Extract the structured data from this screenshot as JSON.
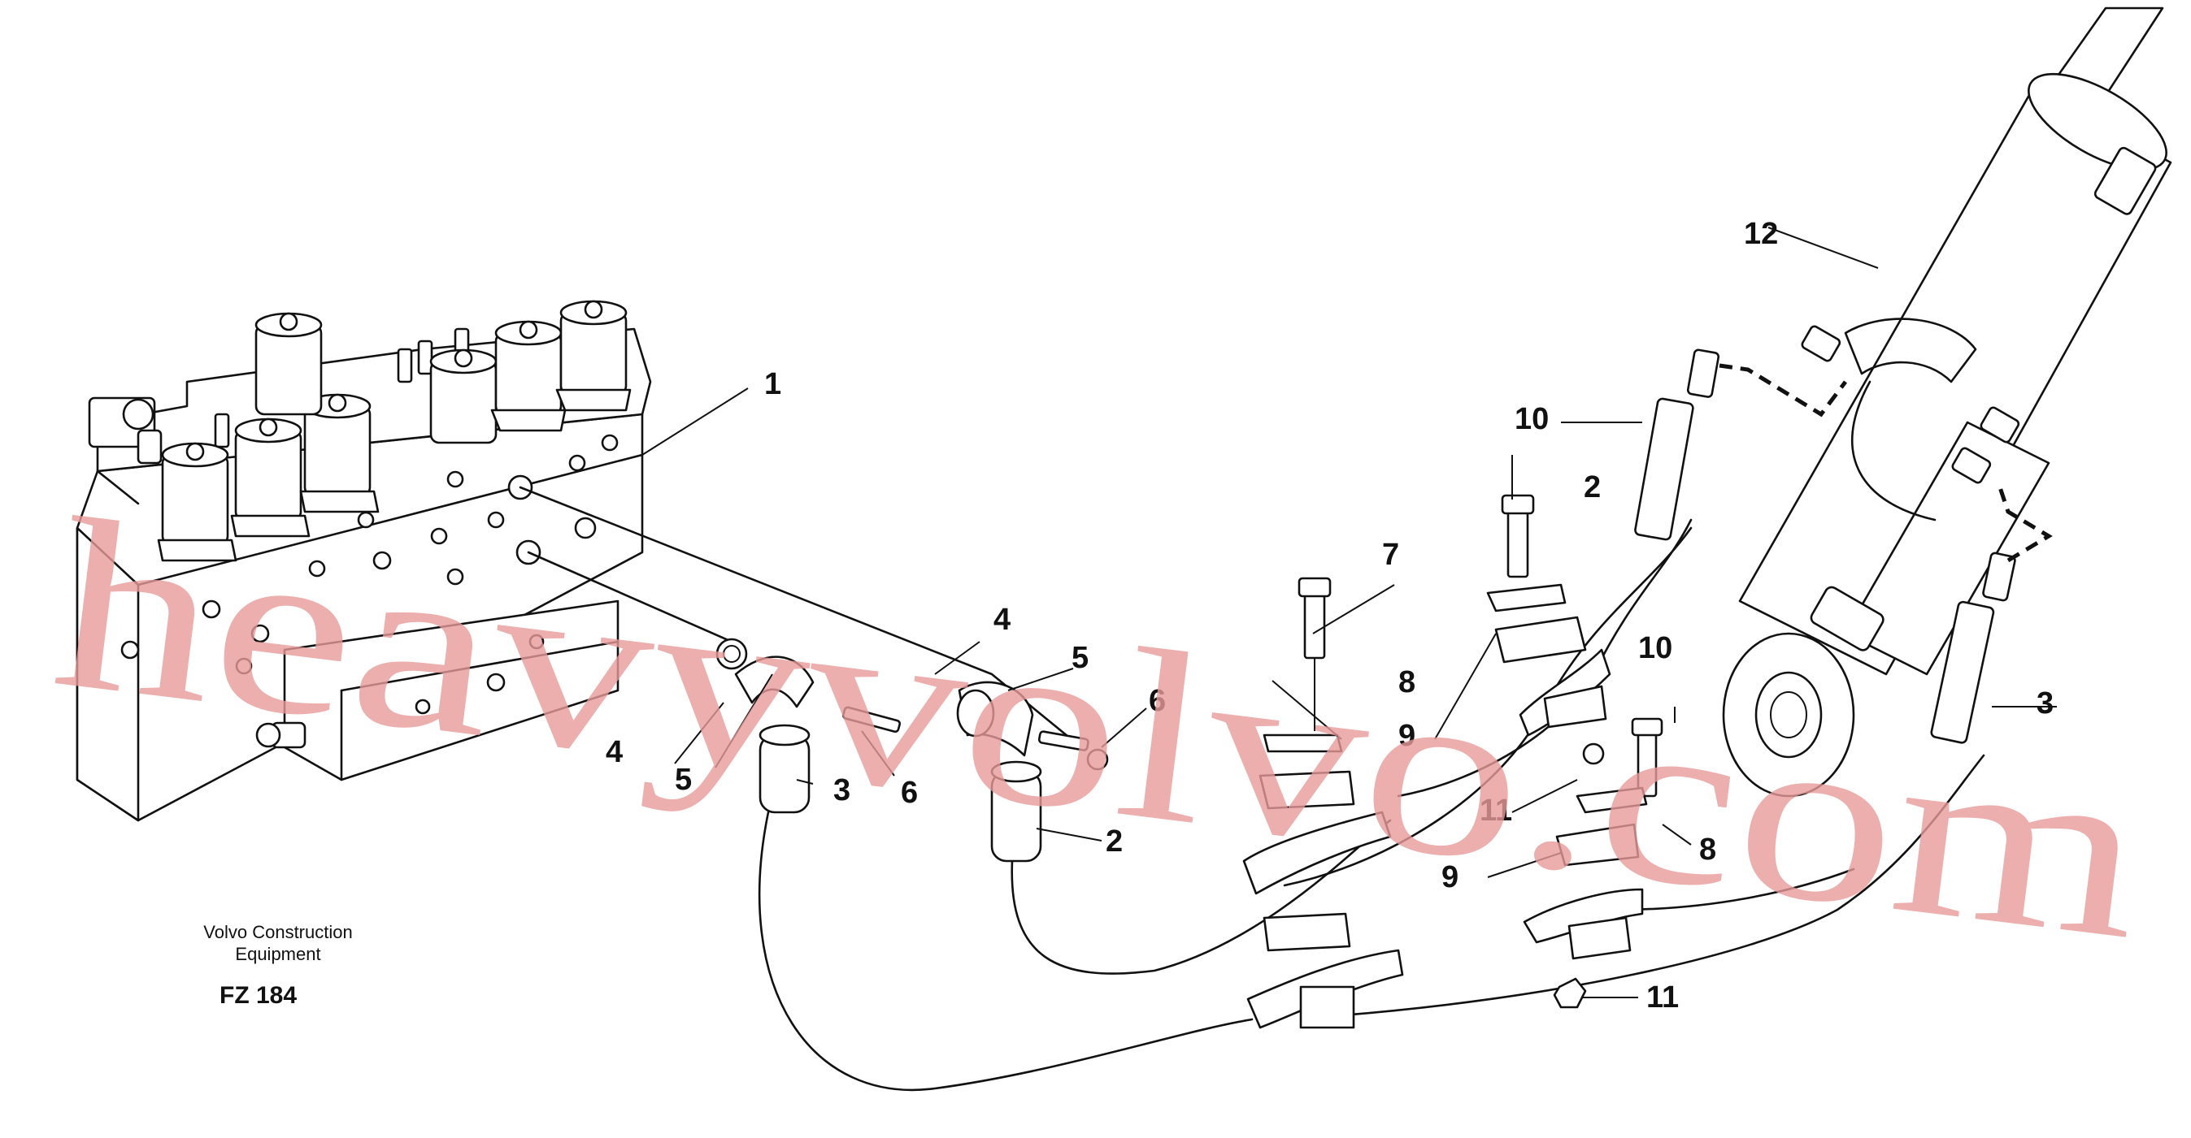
{
  "diagram": {
    "callouts": {
      "c1": "1",
      "c2a": "2",
      "c2b": "2",
      "c3a": "3",
      "c3b": "3",
      "c4a": "4",
      "c4b": "4",
      "c5a": "5",
      "c5b": "5",
      "c6a": "6",
      "c6b": "6",
      "c7": "7",
      "c8a": "8",
      "c8b": "8",
      "c9a": "9",
      "c9b": "9",
      "c10a": "10",
      "c10b": "10",
      "c11a": "11",
      "c11b": "11",
      "c12": "12"
    },
    "caption_line1": "Volvo Construction",
    "caption_line2": "Equipment",
    "figure_number": "FZ 184",
    "watermark": "heavyvolvo.com"
  }
}
